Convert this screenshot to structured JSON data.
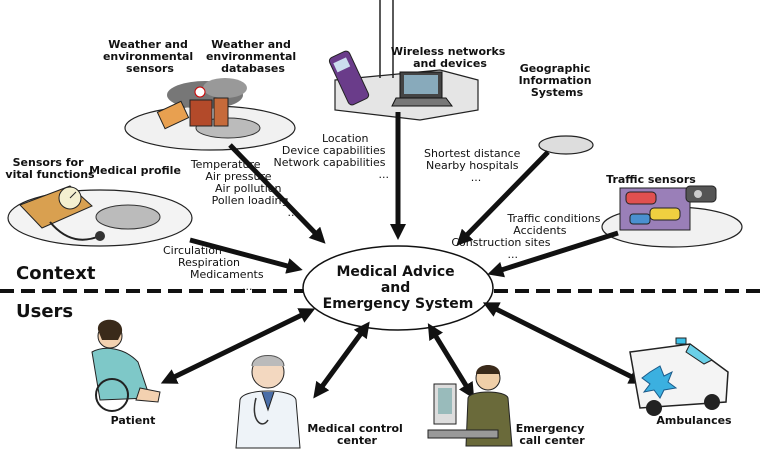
{
  "sources": {
    "weather_sensors": [
      "Weather and",
      "environmental",
      "sensors"
    ],
    "weather_db": [
      "Weather and",
      "environmental",
      "databases"
    ],
    "wireless": [
      "Wireless networks",
      "and devices"
    ],
    "gis": [
      "Geographic",
      "Information",
      "Systems"
    ],
    "sensors_vital": [
      "Sensors for",
      "vital functions"
    ],
    "medical_profile": "Medical profile",
    "traffic": "Traffic sensors"
  },
  "context_items": {
    "weather": [
      "Temperature",
      "Air pressure",
      "Air pollution",
      "Pollen loading",
      "..."
    ],
    "wireless": [
      "Location",
      "Device capabilities",
      "Network capabilities",
      "..."
    ],
    "gis": [
      "Shortest distance",
      "Nearby hospitals",
      "..."
    ],
    "traffic": [
      "Traffic conditions",
      "Accidents",
      "Construction sites",
      "..."
    ],
    "vital": [
      "Circulation",
      "Respiration",
      "Medicaments",
      "..."
    ]
  },
  "sections": {
    "context": "Context",
    "users": "Users"
  },
  "center": [
    "Medical Advice",
    "and",
    "Emergency System"
  ],
  "users": {
    "patient": "Patient",
    "medical_control": [
      "Medical control",
      "center"
    ],
    "emergency_call": [
      "Emergency",
      "call center"
    ],
    "ambulances": "Ambulances"
  }
}
